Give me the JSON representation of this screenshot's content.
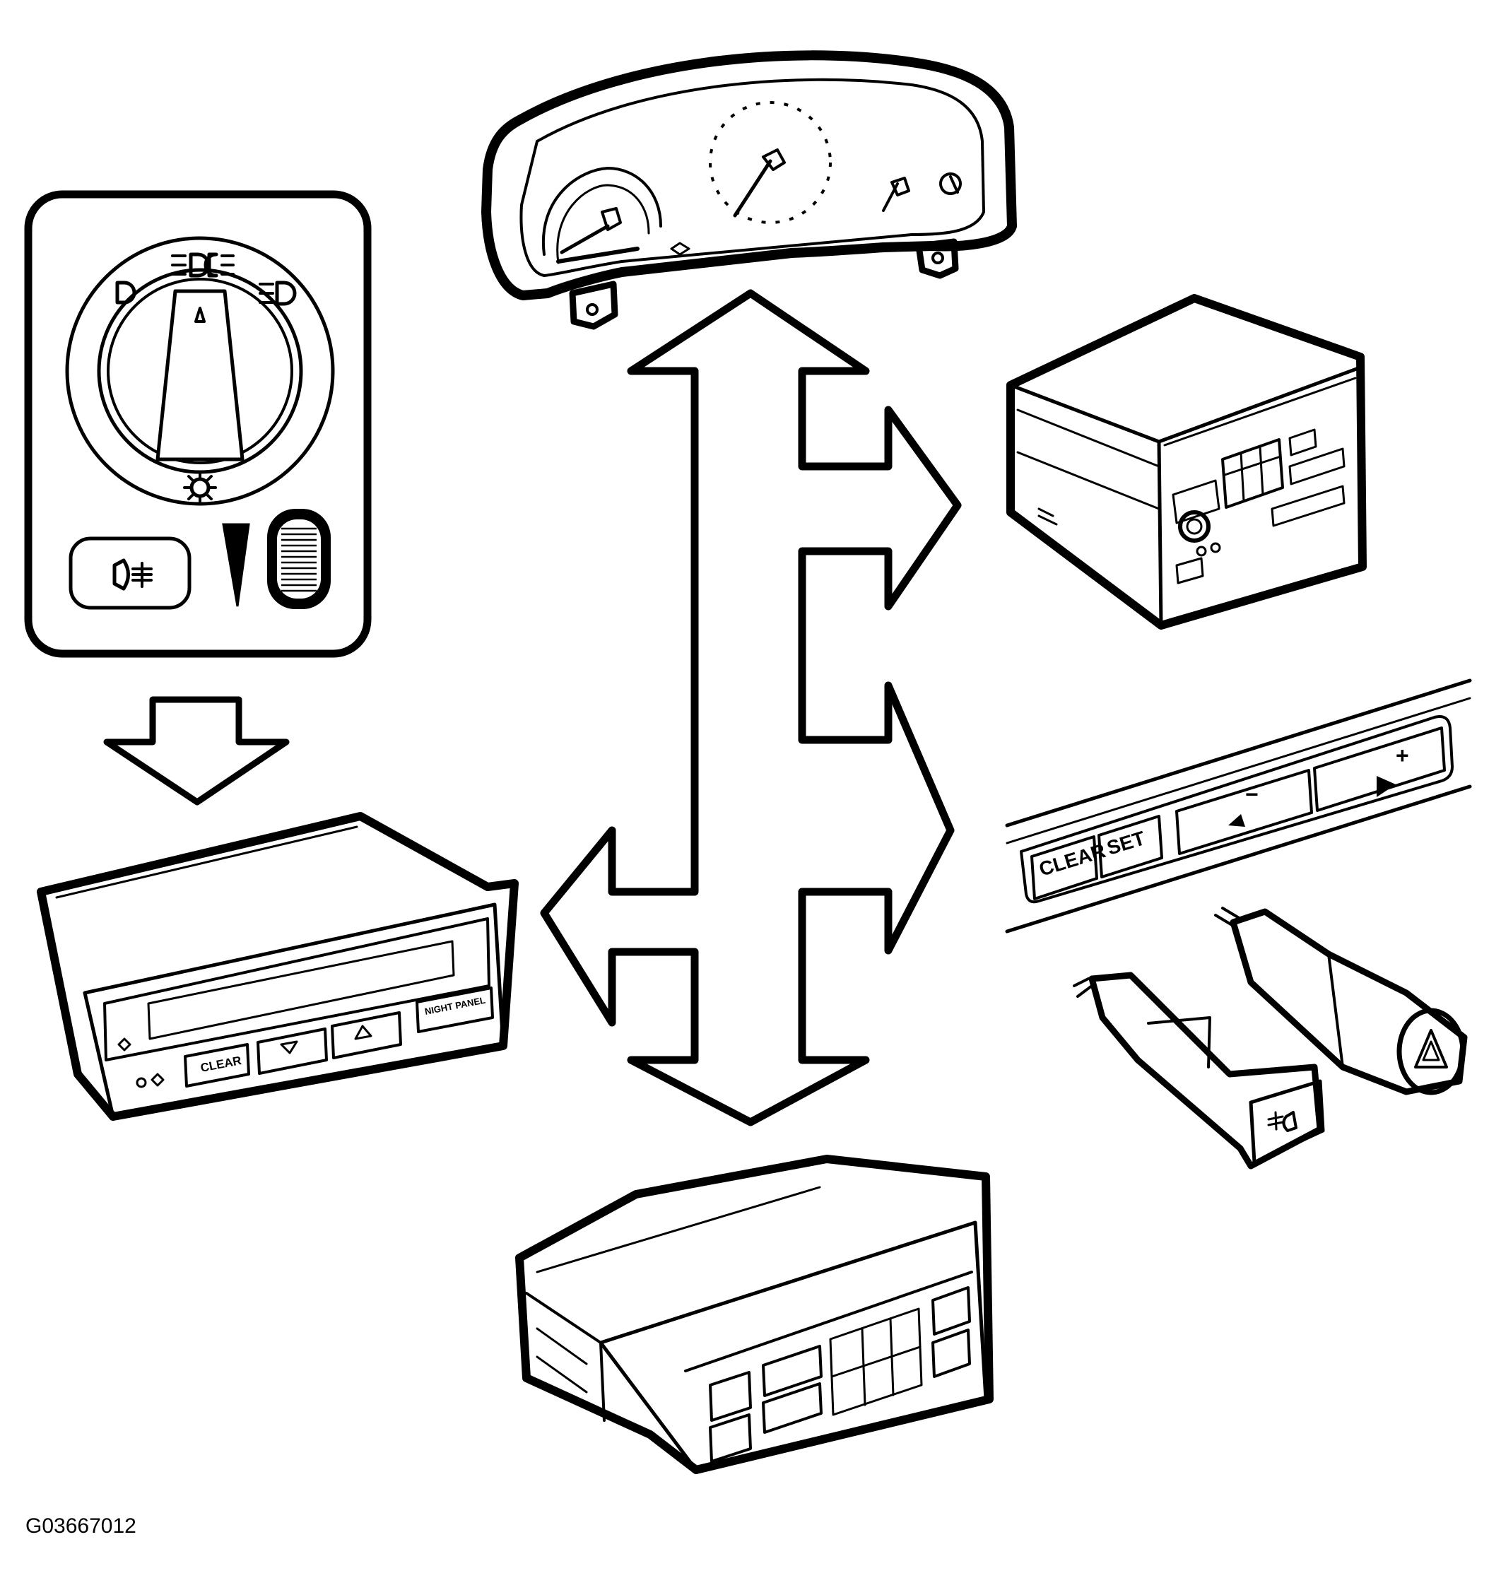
{
  "figure_id": "G03667012",
  "display_panel": {
    "clear_label": "CLEAR",
    "night_panel_label": "NIGHT PANEL"
  },
  "cruise_strip": {
    "clear_label": "CLEAR",
    "set_label": "SET",
    "minus_label": "−",
    "plus_label": "+"
  },
  "icons": [
    "headlamp-switch-knob-icon",
    "parking-lamp-icon",
    "low-beam-icon",
    "high-beam-icon",
    "panel-illumination-icon",
    "fog-lamp-icon",
    "hazard-triangle-icon",
    "rear-fog-lamp-icon"
  ]
}
